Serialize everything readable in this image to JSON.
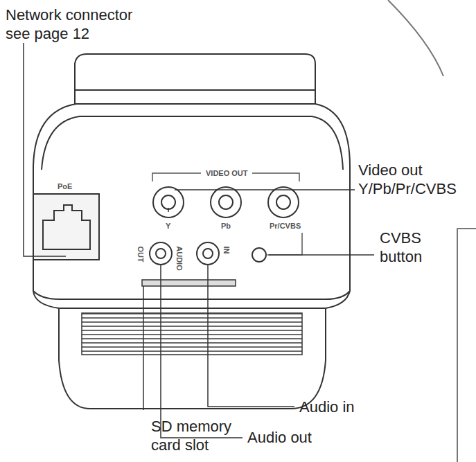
{
  "diagram": {
    "labels": [
      "Network connector see page 12",
      "Video out Y/Pb/Pr/CVBS",
      "CVBS button",
      "Audio in",
      "Audio out",
      "SD memory card slot",
      "PoE",
      "VIDEO OUT",
      "Y",
      "Pb",
      "Pr/CVBS",
      "AUDIO",
      "OUT",
      "IN"
    ]
  }
}
